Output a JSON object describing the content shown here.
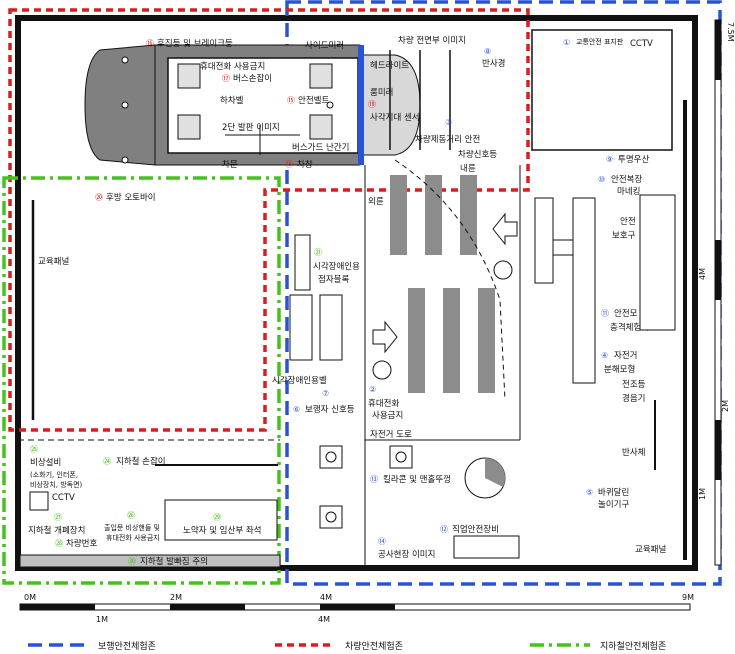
{
  "colors": {
    "pedestrian": "#2a52d8",
    "vehicle": "#d81e1e",
    "subway": "#46c21c",
    "wall": "#111111",
    "road_gray": "#8c8c8c"
  },
  "labels": {
    "l1": "교통안전 표지판",
    "l1n": "①",
    "cctv_top": "CCTV",
    "l2": "휴대전화",
    "l2b": "사용금지",
    "l2n": "②",
    "l3": "차량제동거리 안전",
    "l3n": "③",
    "l4": "자전거",
    "l4b": "분해모형",
    "l4n": "④",
    "l5": "바퀴달린",
    "l5b": "놀이기구",
    "l5n": "⑤",
    "l6": "보행자 신호등",
    "l6n": "⑥",
    "l7n": "⑦",
    "l7": "시각장애인용벨",
    "l8": "반사경",
    "l8n": "⑧",
    "l9": "투명우산",
    "l9n": "⑨",
    "l10": "안전복장",
    "l10b": "마네킹",
    "l10n": "⑩",
    "l11": "안전모",
    "l11b": "충격체험기",
    "l11n": "⑪",
    "l12": "직업안전장비",
    "l12n": "⑫",
    "l13": "킬라콘 및 맨홀뚜껑",
    "l13n": "⑬",
    "l14": "공사현장 이미지",
    "l14n": "⑭",
    "l15": "안전벨트",
    "l15n": "⑮",
    "l16": "후진등 및 브레이크등",
    "l16n": "⑯",
    "l17": "버스손잡이",
    "l17n": "⑰",
    "l17a": "휴대전화 사용금지",
    "l18": "차창",
    "l18n": "⑱",
    "l19": "사각지대 센서",
    "l19n": "⑲",
    "l19a": "룸미러",
    "l20": "후방 오토바이",
    "l20n": "⑳",
    "l21": "시각장애인용",
    "l21b": "점자블록",
    "l21n": "㉑",
    "l24": "지하철 손잡이",
    "l24n": "㉔",
    "l25": "비상설비",
    "l25b": "(소화기, 인터폰,",
    "l25c": "비상장치, 방독면)",
    "l25n": "㉕",
    "cctv_sub": "CCTV",
    "l26": "출입문 비상핸들 및",
    "l26b": "휴대전화 사용금지",
    "l26n": "㉖",
    "l27": "지하철 개폐장치",
    "l27n": "㉗",
    "l28": "차량번호",
    "l28n": "㉘",
    "l29": "노약자 및 임산부 좌석",
    "l29n": "㉙",
    "l30": "지하철 발빠짐 주의",
    "l30n": "㉚",
    "side_mirror": "사이드미러",
    "front_image": "차량 전면부 이미지",
    "headlight": "헤드라이트",
    "bell": "하차벨",
    "two_step": "2단 발판 이미지",
    "bus_guide": "버스가드 난간기",
    "door": "차문",
    "traffic_light": "차량신호등",
    "inner_wheel": "내륜",
    "outer_wheel": "외륜",
    "protector": "안전",
    "protector_b": "보호구",
    "bicycle_light": "전조등",
    "horn": "경음기",
    "reflector": "반사체",
    "bike_road": "자전거 도로",
    "edu_panel_left": "교육패널",
    "edu_panel_right": "교육패널"
  },
  "scale": {
    "top": [
      "0M",
      "2M",
      "4M",
      "9M"
    ],
    "bottom": [
      "1M",
      "4M"
    ],
    "right": [
      "7.5M",
      "4M",
      "2M",
      "1M"
    ]
  },
  "legend": {
    "pedestrian": "보행안전체험존",
    "vehicle": "차량안전체험존",
    "subway": "지하철안전체험존"
  }
}
